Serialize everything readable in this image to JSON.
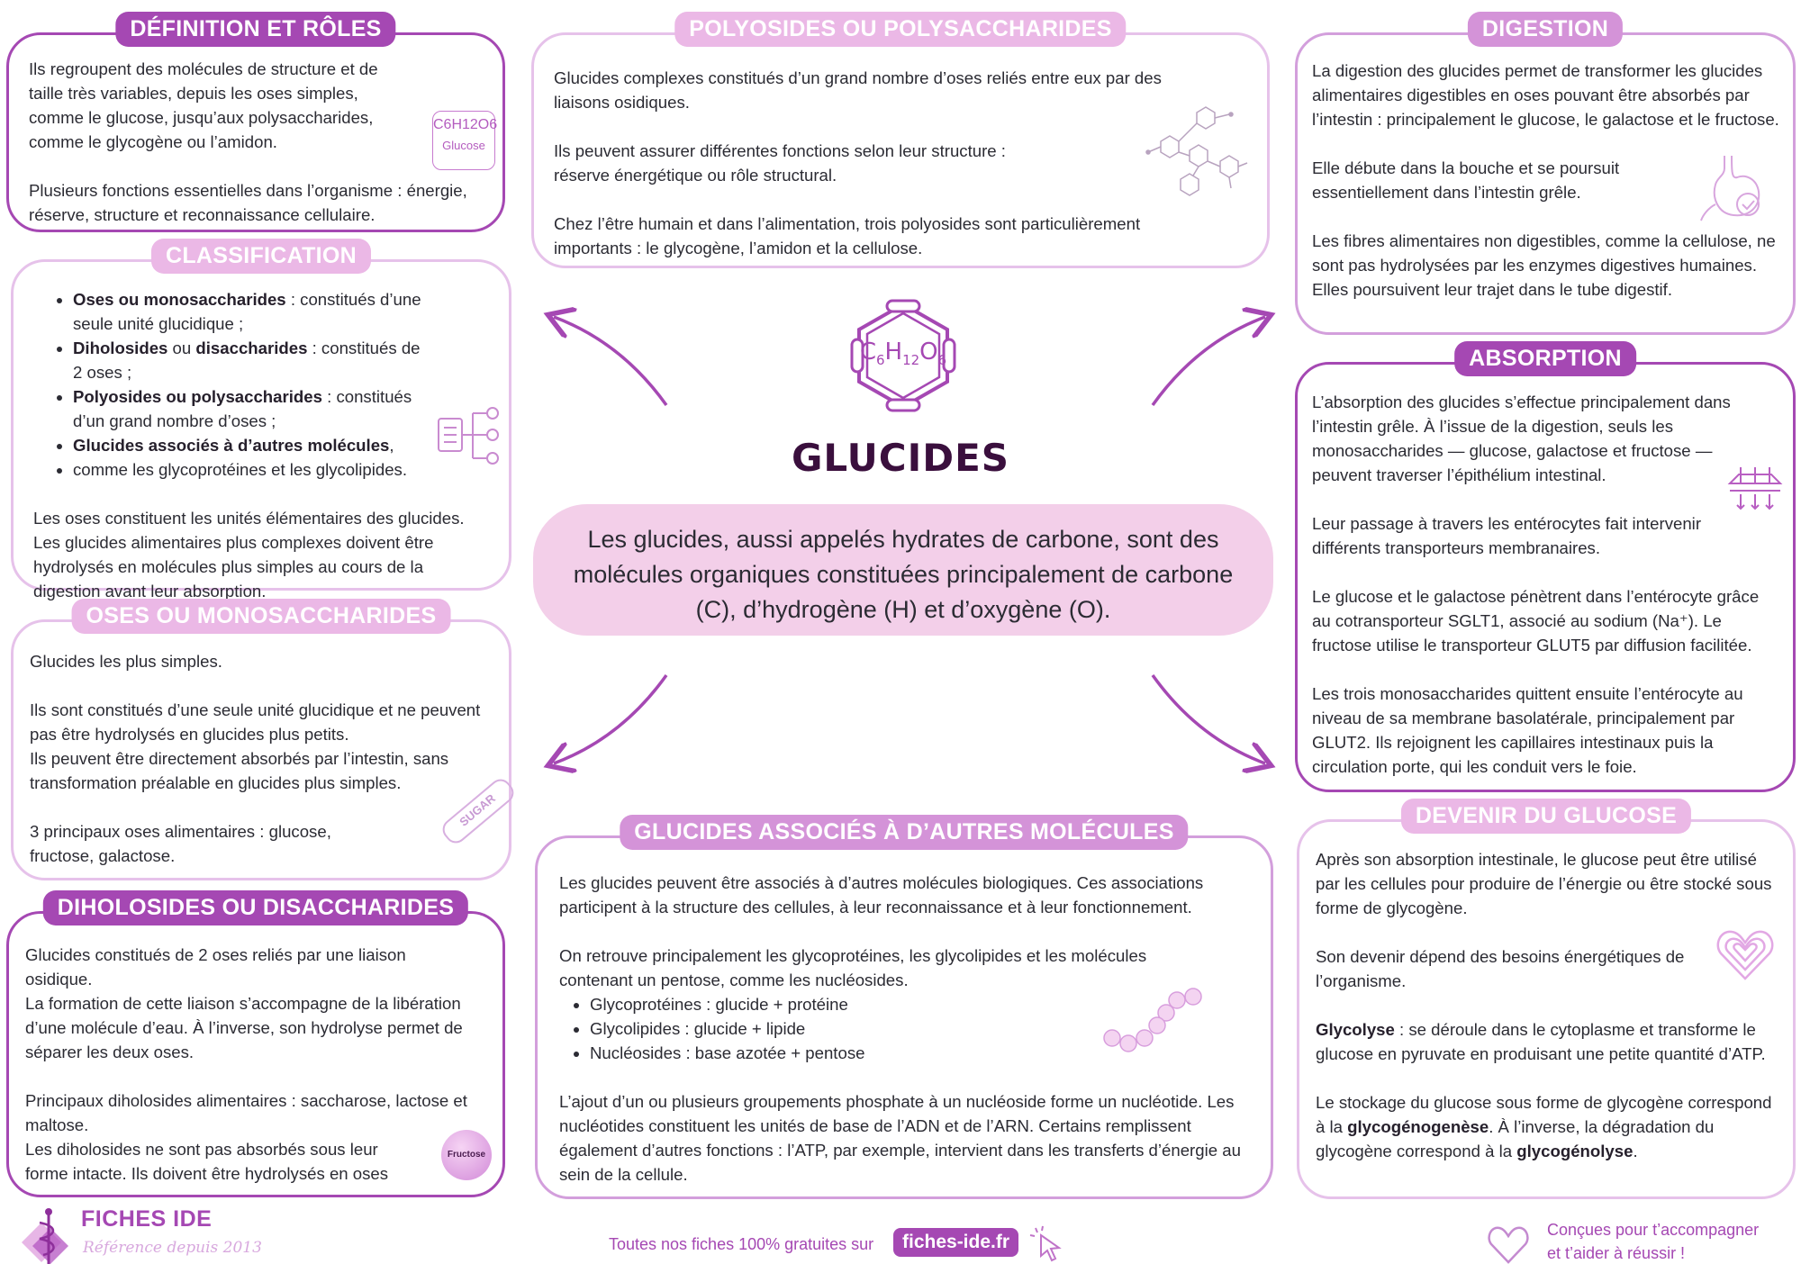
{
  "title": "GLUCIDES",
  "center_formula": {
    "c": "C",
    "c_sub": "6",
    "h": "H",
    "h_sub": "12",
    "o": "O",
    "o_sub": "6"
  },
  "intro": "Les glucides, aussi appelés hydrates de carbone, sont des molécules organiques constituées principalement de carbone (C), d’hydrogène (H) et d’oxygène (O).",
  "definition": {
    "title": "DÉFINITION ET RÔLES",
    "p1": "Ils regroupent des molécules de structure et de taille très variables, depuis les oses simples, comme le glucose, jusqu’aux polysaccharides, comme le glycogène ou l’amidon.",
    "p2": "Plusieurs fonctions essentielles dans l’organisme : énergie, réserve, structure et reconnaissance cellulaire.",
    "icon_formula": "C6H12O6",
    "icon_label": "Glucose"
  },
  "classification": {
    "title": "CLASSIFICATION",
    "items": [
      {
        "bold": "Oses ou monosaccharides",
        "text": " : constitués d’une seule unité glucidique ;"
      },
      {
        "bold": "Diholosides",
        "mid": " ou ",
        "bold2": "disaccharides",
        "text": " : constitués de 2 oses ;"
      },
      {
        "bold": "Polyosides ou polysaccharides",
        "text": " : constitués d’un grand nombre d’oses ;"
      },
      {
        "bold": "Glucides associés à d’autres molécules",
        "text": ","
      },
      {
        "text": "comme les glycoprotéines et les glycolipides."
      }
    ],
    "p": "Les oses constituent les unités élémentaires des glucides. Les glucides alimentaires plus complexes doivent être hydrolysés en molécules plus simples au cours de la digestion avant leur absorption."
  },
  "oses": {
    "title": "OSES OU MONOSACCHARIDES",
    "p1": "Glucides les plus simples.",
    "p2": "Ils sont constitués d’une seule unité glucidique et ne peuvent pas être hydrolysés en glucides plus petits.",
    "p3": "Ils peuvent être directement absorbés par l’intestin, sans transformation préalable en glucides plus simples.",
    "p4": "3 principaux oses alimentaires : glucose, fructose, galactose.",
    "icon_label": "SUGAR"
  },
  "diholosides": {
    "title": "DIHOLOSIDES OU DISACCHARIDES",
    "p1": "Glucides constitués de 2 oses reliés par une liaison osidique.",
    "p2": "La formation de cette liaison s’accompagne de la libération d’une molécule d’eau. À l’inverse, son hydrolyse permet de séparer les deux oses.",
    "p3": "Principaux diholosides alimentaires : saccharose, lactose et maltose.",
    "p4": "Les diholosides ne sont pas absorbés sous leur forme intacte. Ils doivent être hydrolysés en oses",
    "icon_label": "Fructose"
  },
  "polyosides": {
    "title": "POLYOSIDES OU POLYSACCHARIDES",
    "p1": "Glucides complexes constitués d’un grand nombre d’oses reliés entre eux par des liaisons osidiques.",
    "p2": "Ils peuvent assurer différentes fonctions selon leur structure : réserve énergétique ou rôle structural.",
    "p3": "Chez l’être humain et dans l’alimentation, trois polyosides sont particulièrement importants : le glycogène, l’amidon et la cellulose."
  },
  "associes": {
    "title": "GLUCIDES ASSOCIÉS À D’AUTRES MOLÉCULES",
    "p1": "Les glucides peuvent être associés à d’autres molécules biologiques. Ces associations participent à la structure des cellules, à leur reconnaissance et à leur fonctionnement.",
    "p2": "On retrouve principalement les glycoprotéines, les glycolipides et les molécules contenant un pentose, comme les nucléosides.",
    "items": [
      "Glycoprotéines : glucide + protéine",
      "Glycolipides : glucide + lipide",
      "Nucléosides : base azotée + pentose"
    ],
    "p3": "L’ajout d’un ou plusieurs groupements phosphate à un nucléoside forme un nucléotide. Les nucléotides constituent les unités de base de l’ADN et de l’ARN. Certains remplissent également d’autres fonctions : l’ATP, par exemple, intervient dans les transferts d’énergie au sein de la cellule."
  },
  "digestion": {
    "title": "DIGESTION",
    "p1": "La digestion des glucides permet de transformer les glucides alimentaires digestibles en oses pouvant être absorbés par l’intestin : principalement le glucose, le galactose et le fructose.",
    "p2": "Elle débute dans la bouche et se poursuit essentiellement dans l’intestin grêle.",
    "p3": "Les fibres alimentaires non digestibles, comme la cellulose, ne sont pas hydrolysées par les enzymes digestives humaines. Elles poursuivent leur trajet dans le tube digestif."
  },
  "absorption": {
    "title": "ABSORPTION",
    "p1": "L’absorption des glucides s’effectue principalement dans l’intestin grêle. À l’issue de la digestion, seuls les monosaccharides — glucose, galactose et fructose — peuvent traverser l’épithélium intestinal.",
    "p2": "Leur passage à travers les entérocytes fait intervenir différents transporteurs membranaires.",
    "p3": "Le glucose et le galactose pénètrent dans l’entérocyte grâce au cotransporteur SGLT1, associé au sodium (Na⁺). Le fructose utilise le transporteur GLUT5 par diffusion facilitée.",
    "p4": "Les trois monosaccharides quittent ensuite l’entérocyte au niveau de sa membrane basolatérale, principalement par GLUT2. Ils rejoignent les capillaires intestinaux puis la circulation porte, qui les conduit vers le foie."
  },
  "devenir": {
    "title": "DEVENIR DU GLUCOSE",
    "p1": "Après son absorption intestinale, le glucose peut être utilisé par les cellules pour produire de l’énergie ou être stocké sous forme de glycogène.",
    "p2": "Son devenir dépend des besoins énergétiques de l’organisme.",
    "p3_bold": "Glycolyse",
    "p3": " : se déroule dans le cytoplasme et transforme le glucose en pyruvate en produisant une petite quantité d’ATP.",
    "p4_a": "Le stockage du glucose sous forme de glycogène correspond à la ",
    "p4_b1": "glycogénogenèse",
    "p4_c": ". À l’inverse, la dégradation du glycogène correspond à la ",
    "p4_b2": "glycogénolyse",
    "p4_d": "."
  },
  "footer": {
    "brand": "FICHES IDE",
    "tagline": "Référence depuis 2013",
    "center_text": "Toutes nos fiches 100% gratuites sur",
    "site": "fiches-ide.fr",
    "right_line1": "Conçues pour t’accompagner",
    "right_line2": "et t’aider à réussir !"
  },
  "colors": {
    "dark": "#a548b3",
    "mid": "#d493d8",
    "light": "#ebb8e6",
    "pill": "#f3cfe9",
    "title": "#3a0f3d"
  }
}
